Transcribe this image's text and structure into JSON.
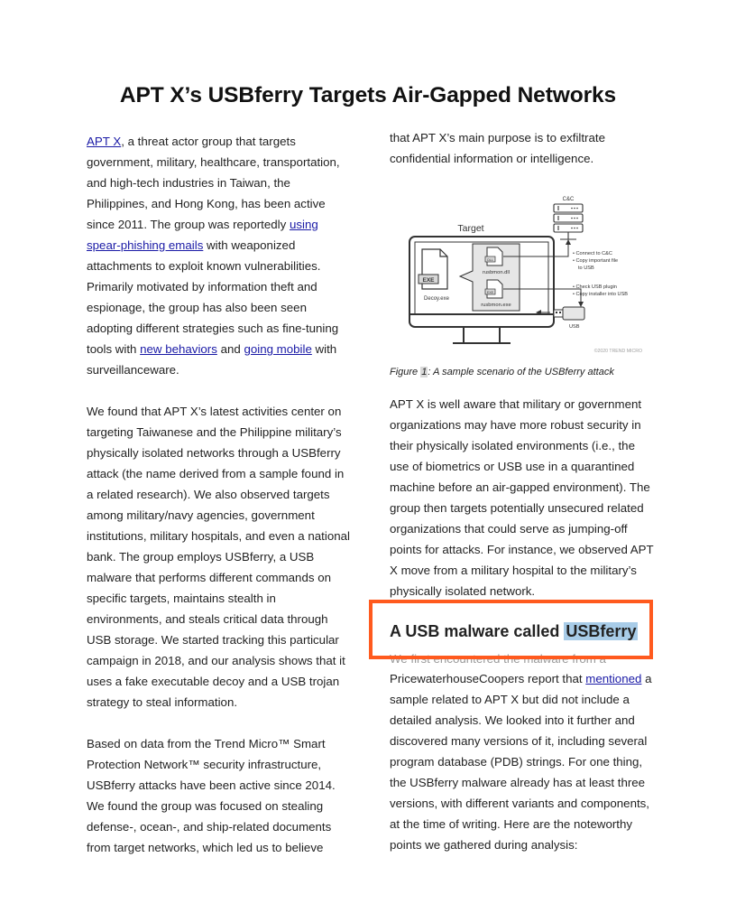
{
  "title": "APT X’s USBferry Targets Air-Gapped Networks",
  "left": {
    "p1": {
      "link1": "APT X",
      "t1": ", a threat actor group that targets government, military, healthcare, transportation, and high-tech industries in Taiwan, the Philippines, and Hong Kong, has been active since 2011. The group was reportedly ",
      "link2": "using spear-phishing emails",
      "t2": " with weaponized attachments to exploit known vulnerabilities. Primarily motivated by information theft and espionage, the group has also been seen adopting different strategies such as fine-tuning tools with ",
      "link3": "new behaviors",
      "t3": " and ",
      "link4": "going mobile",
      "t4": " with surveillanceware."
    },
    "p2": "We found that APT X’s latest activities center on targeting Taiwanese and the Philippine military’s physically isolated networks through a USBferry attack (the name derived from a sample found in a related research). We also observed targets among military/navy agencies, government institutions, military hospitals, and even a national bank. The group employs USBferry, a USB malware that performs different commands on specific targets, maintains stealth in environments, and steals critical data through USB storage. We started tracking this particular campaign in 2018, and our analysis shows that it uses a fake executable decoy and a USB trojan strategy to steal information.",
    "p3": "Based on data from the Trend Micro™ Smart Protection Network™ security infrastructure, USBferry attacks have been active since 2014. We found the group was focused on stealing defense-, ocean-, and ship-related documents from target networks, which led us to believe"
  },
  "right": {
    "p0": "that APT X’s main purpose is to exfiltrate confidential information or intelligence.",
    "figure": {
      "cc_label": "C&C",
      "target_label": "Target",
      "exe_label": "EXE",
      "decoy": "Decoy.exe",
      "dll_badge": "DLL",
      "dll_name": "rusbmon.dll",
      "exe2_badge": "EXE",
      "exe2_name": "rusbmon.exe",
      "note1_a": "• Connect to C&C",
      "note1_b": "• Copy important file",
      "note1_c": "to USB",
      "note2_a": "• Check USB plugin",
      "note2_b": "• Copy installer into USB",
      "usb_label": "USB",
      "copyright": "©2020 TREND MICRO"
    },
    "caption_a": "Figure ",
    "caption_num": "1",
    "caption_b": ": A sample scenario of the USBferry attack",
    "p1": "APT X is well aware that military or government organizations may have more robust security in their physically isolated environments (i.e., the use of biometrics or USB use in a quarantined machine before an air-gapped environment). The group then targets potentially unsecured related organizations that could serve as jumping-off points for attacks. For instance, we observed APT X move from a military hospital to the military’s physically isolated network.",
    "heading_a": "A USB malware called ",
    "heading_hl": "USBferry",
    "faded": "We first encountered the malware from a",
    "p2": {
      "t1": "PricewaterhouseCoopers report that ",
      "link": "mentioned",
      "t2": " a sample related to APT X but did not include a detailed analysis. We looked into it further and discovered many versions of it, including several program database (PDB) strings. For one thing, the USBferry malware already has at least three versions, with different variants and components, at the time of writing. Here are the noteworthy points we gathered during analysis:"
    }
  },
  "colors": {
    "link": "#1a1aa6",
    "highlight_box": "#ff5a1e",
    "text_highlight": "#a8cce8"
  }
}
